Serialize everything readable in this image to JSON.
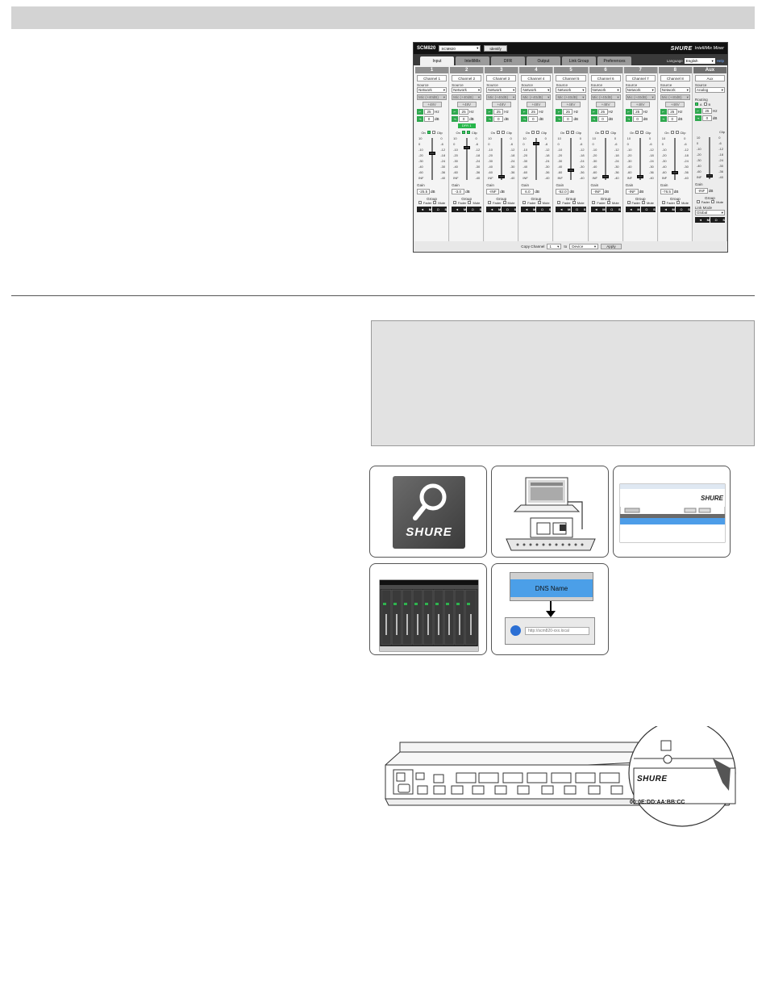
{
  "mixer": {
    "model": "SCM820",
    "device_select": "SCM820",
    "identify_label": "Identify",
    "brand_logo": "SHURE",
    "product_name": "IntelliMix  Mixer",
    "tabs": [
      {
        "label": "Input",
        "active": true
      },
      {
        "label": "IntelliMix",
        "active": false
      },
      {
        "label": "DFR",
        "active": false
      },
      {
        "label": "Output",
        "active": false
      },
      {
        "label": "Link Group",
        "active": false
      },
      {
        "label": "Preferences",
        "active": false
      }
    ],
    "language_label": "Language",
    "language_value": "English",
    "help_label": "Help",
    "labels": {
      "source": "Source",
      "phantom": "+48V",
      "on": "On",
      "clip": "Clip",
      "gain": "Gain",
      "db": "dB",
      "hz": "Hz",
      "group": "Group",
      "fader": "Fader",
      "mute": "Mute",
      "m": "M",
      "s": "S",
      "a": "A",
      "b": "B",
      "routing": "Routing",
      "link_mode": "Link Mode",
      "link_mode_value": "Global",
      "inf": "-INF"
    },
    "scale_left": [
      "10",
      "0",
      "-10",
      "-20",
      "-30",
      "-40",
      "-60",
      "INF"
    ],
    "scale_right": [
      "0",
      "-6",
      "-12",
      "-18",
      "-24",
      "-30",
      "-36",
      "-40"
    ],
    "channels": [
      {
        "num": "1",
        "name": "Channel 1",
        "source": "Network",
        "level": "Mic (+40dB)",
        "hp": "25",
        "eq": "0",
        "gain": "-25.5",
        "fader": 0.35
      },
      {
        "num": "2",
        "name": "Channel 2",
        "source": "Network",
        "level": "Mic (+40dB)",
        "hp": "25",
        "eq": "0",
        "gain": "-3.0",
        "fader": 0.2,
        "dfr": "DFR 1"
      },
      {
        "num": "3",
        "name": "Channel 3",
        "source": "Network",
        "level": "Mic (+40dB)",
        "hp": "25",
        "eq": "0",
        "gain": "-INF",
        "fader": 0.95
      },
      {
        "num": "4",
        "name": "Channel 4",
        "source": "Network",
        "level": "Mic (+40dB)",
        "hp": "25",
        "eq": "0",
        "gain": "6.0",
        "fader": 0.1
      },
      {
        "num": "5",
        "name": "Channel 5",
        "source": "Network",
        "level": "Mic (+40dB)",
        "hp": "25",
        "eq": "0",
        "gain": "-52.0",
        "fader": 0.8
      },
      {
        "num": "6",
        "name": "Channel 6",
        "source": "Network",
        "level": "Mic (+40dB)",
        "hp": "25",
        "eq": "0",
        "gain": "-INF",
        "fader": 0.95
      },
      {
        "num": "7",
        "name": "Channel 7",
        "source": "Network",
        "level": "Mic (+40dB)",
        "hp": "25",
        "eq": "0",
        "gain": "-INF",
        "fader": 0.95
      },
      {
        "num": "8",
        "name": "Channel 8",
        "source": "Network",
        "level": "Mic (+40dB)",
        "hp": "25",
        "eq": "0",
        "gain": "-76.5",
        "fader": 0.85
      }
    ],
    "aux": {
      "num": "Aux",
      "name": "Aux",
      "source": "Analog",
      "hp": "25",
      "eq": "0",
      "gain": "-INF",
      "fader": 0.95
    },
    "footer": {
      "copy_label": "Copy Channel",
      "to_label": "to",
      "copy_from": "1",
      "copy_to": "Device",
      "apply_label": "Apply"
    }
  },
  "steps": {
    "search_logo": "SHURE",
    "dns_name_label": "DNS Name",
    "url_text": "http://scm820-xxx.local"
  },
  "device": {
    "label_logo": "SHURE",
    "mac_address": "00:0E:DD:AA:BB:CC"
  }
}
